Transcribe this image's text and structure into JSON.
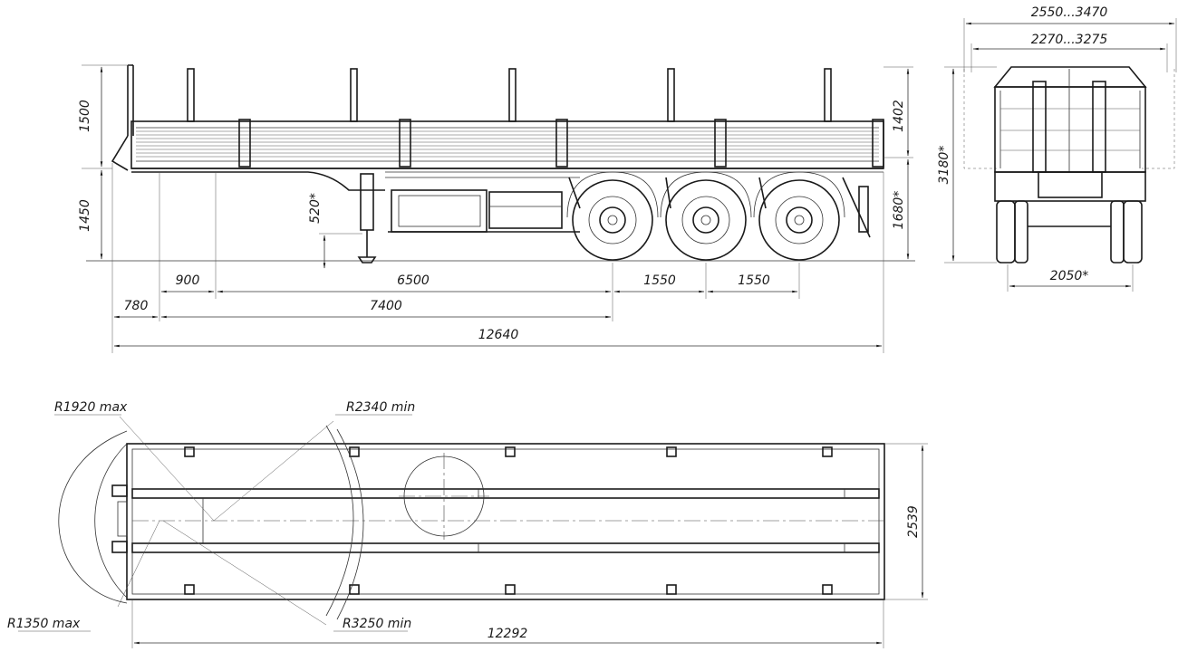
{
  "side_view": {
    "dims": {
      "h_1500": "1500",
      "h_1450": "1450",
      "h_1402": "1402",
      "h_1680": "1680*",
      "h_520": "520*",
      "d_900": "900",
      "d_6500": "6500",
      "d_1550a": "1550",
      "d_1550b": "1550",
      "d_780": "780",
      "d_7400": "7400",
      "d_12640": "12640"
    }
  },
  "rear_view": {
    "dims": {
      "w_outer": "2550...3470",
      "w_inner": "2270...3275",
      "h_total": "3180*",
      "w_track": "2050*"
    }
  },
  "top_view": {
    "dims": {
      "r_1920": "R1920 max",
      "r_2340": "R2340 min",
      "r_1350": "R1350  max",
      "r_3250": "R3250 min",
      "w_2539": "2539",
      "l_12292": "12292"
    }
  }
}
